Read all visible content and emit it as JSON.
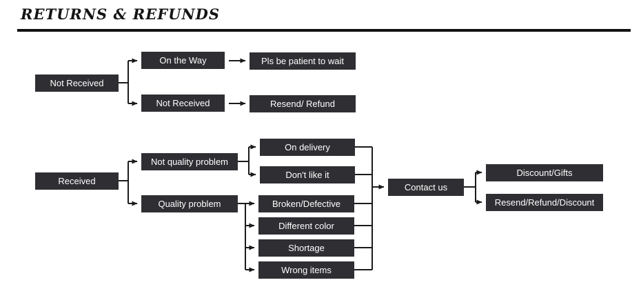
{
  "title": "RETURNS & REFUNDS",
  "colors": {
    "box_bg": "#2f2e32",
    "box_text": "#ffffff",
    "line": "#1b1b1b",
    "title_text": "#141414",
    "background": "#ffffff"
  },
  "flow": {
    "not_received": {
      "root": "Not Received",
      "branches": [
        {
          "cause": "On the Way",
          "action": "Pls be patient to wait"
        },
        {
          "cause": "Not Received",
          "action": "Resend/ Refund"
        }
      ]
    },
    "received": {
      "root": "Received",
      "not_quality_problem": {
        "label": "Not quality problem",
        "cases": [
          "On delivery",
          "Don't like it"
        ]
      },
      "quality_problem": {
        "label": "Quality problem",
        "cases": [
          "Broken/Defective",
          "Different color",
          "Shortage",
          "Wrong items"
        ]
      },
      "contact": "Contact us",
      "outcomes": [
        "Discount/Gifts",
        "Resend/Refund/Discount"
      ]
    }
  }
}
